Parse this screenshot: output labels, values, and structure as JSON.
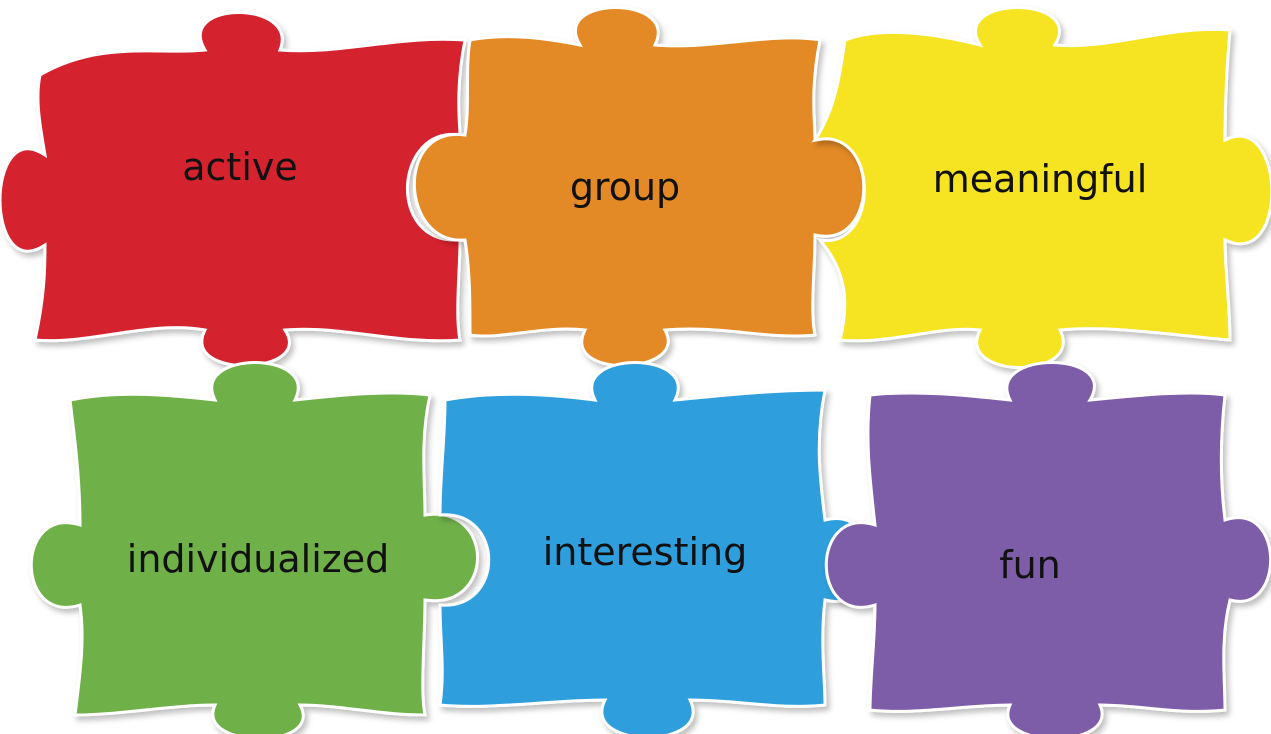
{
  "pieces": [
    {
      "label": "active",
      "color": "#d4202e",
      "row": 1,
      "col": 1
    },
    {
      "label": "group",
      "color": "#e38a26",
      "row": 1,
      "col": 2
    },
    {
      "label": "meaningful",
      "color": "#f6e421",
      "row": 1,
      "col": 3
    },
    {
      "label": "individualized",
      "color": "#6fb04a",
      "row": 2,
      "col": 1
    },
    {
      "label": "interesting",
      "color": "#2f9fdc",
      "row": 2,
      "col": 2
    },
    {
      "label": "fun",
      "color": "#7e5da8",
      "row": 2,
      "col": 3
    }
  ]
}
